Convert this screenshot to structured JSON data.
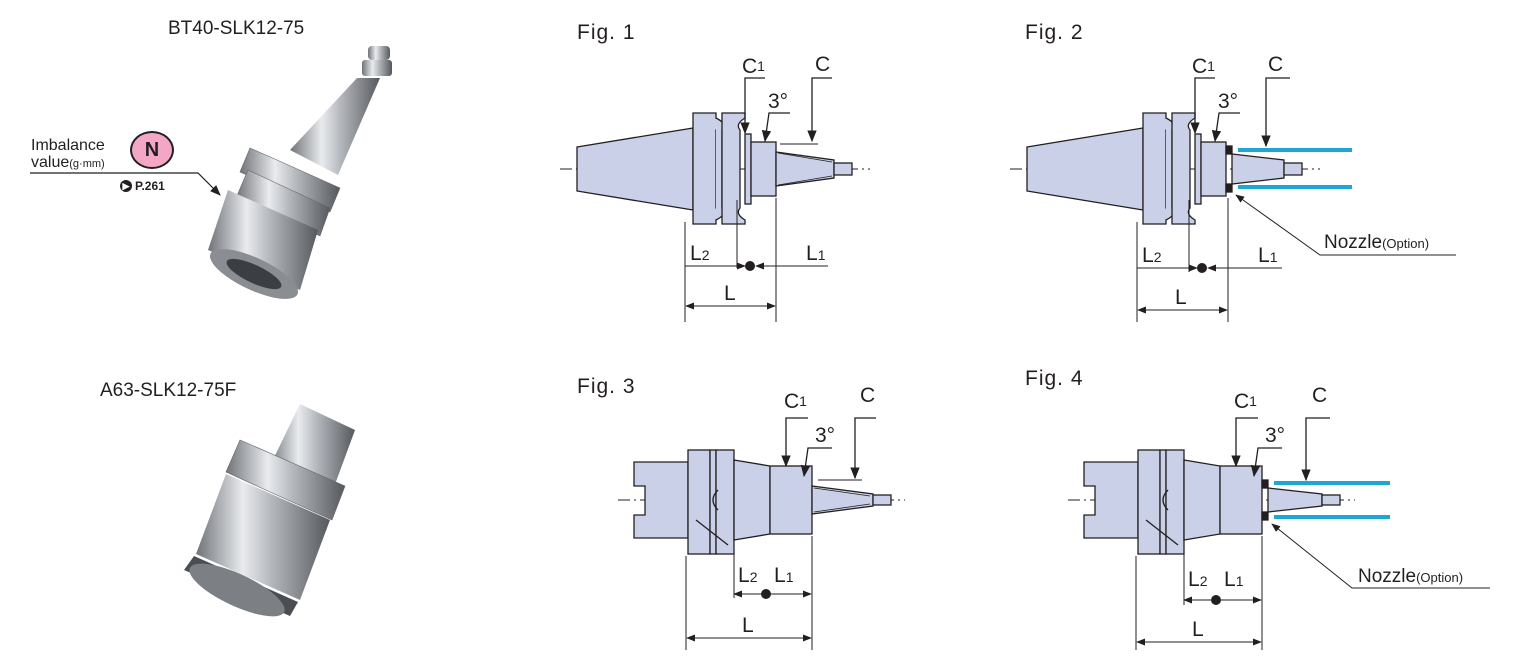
{
  "products": [
    {
      "model": "BT40-SLK12-75"
    },
    {
      "model": "A63-SLK12-75F"
    }
  ],
  "imbalance": {
    "label_line1": "Imbalance",
    "label_line2": "value",
    "unit": "(g·mm)",
    "grade": "N",
    "page_ref": "P.261"
  },
  "figures": [
    {
      "title": "Fig. 1"
    },
    {
      "title": "Fig. 2"
    },
    {
      "title": "Fig. 3"
    },
    {
      "title": "Fig. 4"
    }
  ],
  "dims": {
    "C": "C",
    "C1_main": "C",
    "C1_sub": "1",
    "angle": "3°",
    "L": "L",
    "L1_main": "L",
    "L1_sub": "1",
    "L2_main": "L",
    "L2_sub": "2"
  },
  "nozzle": {
    "label": "Nozzle",
    "option": "(Option)"
  },
  "colors": {
    "body": "#c9d0e8",
    "outline": "#231f20",
    "coolant": "#1ea7d6",
    "badge": "#f4a6c6"
  }
}
